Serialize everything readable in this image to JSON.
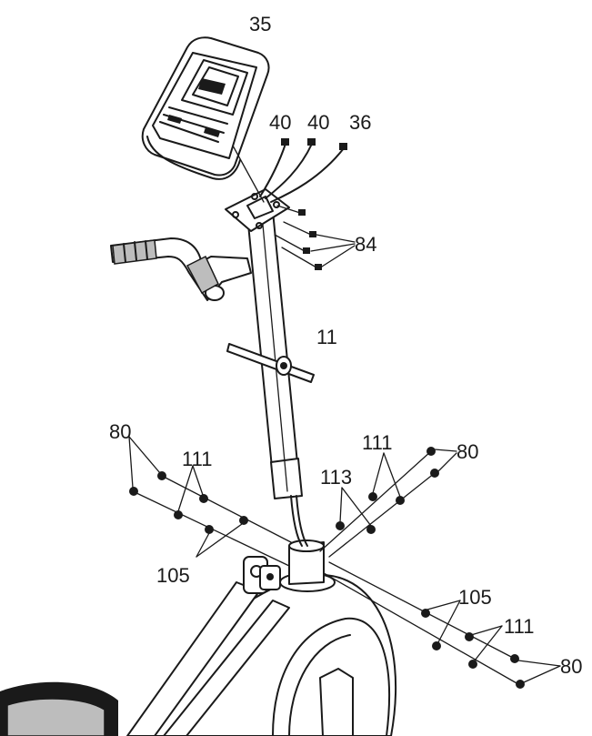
{
  "labels": {
    "console": "35",
    "cable_left": "40",
    "cable_mid": "40",
    "cable_right": "36",
    "bolts_top": "84",
    "mast": "11",
    "bolt_left_end": "80",
    "washer_left": "111",
    "cable_center": "113",
    "washer_right": "111",
    "bolt_right_end": "80",
    "plate_left": "105",
    "plate_right": "105",
    "washer_lower": "111",
    "bolt_lower_end": "80"
  },
  "colors": {
    "ink": "#1a1a1a",
    "paper": "#ffffff",
    "shade": "#bdbdbd"
  }
}
